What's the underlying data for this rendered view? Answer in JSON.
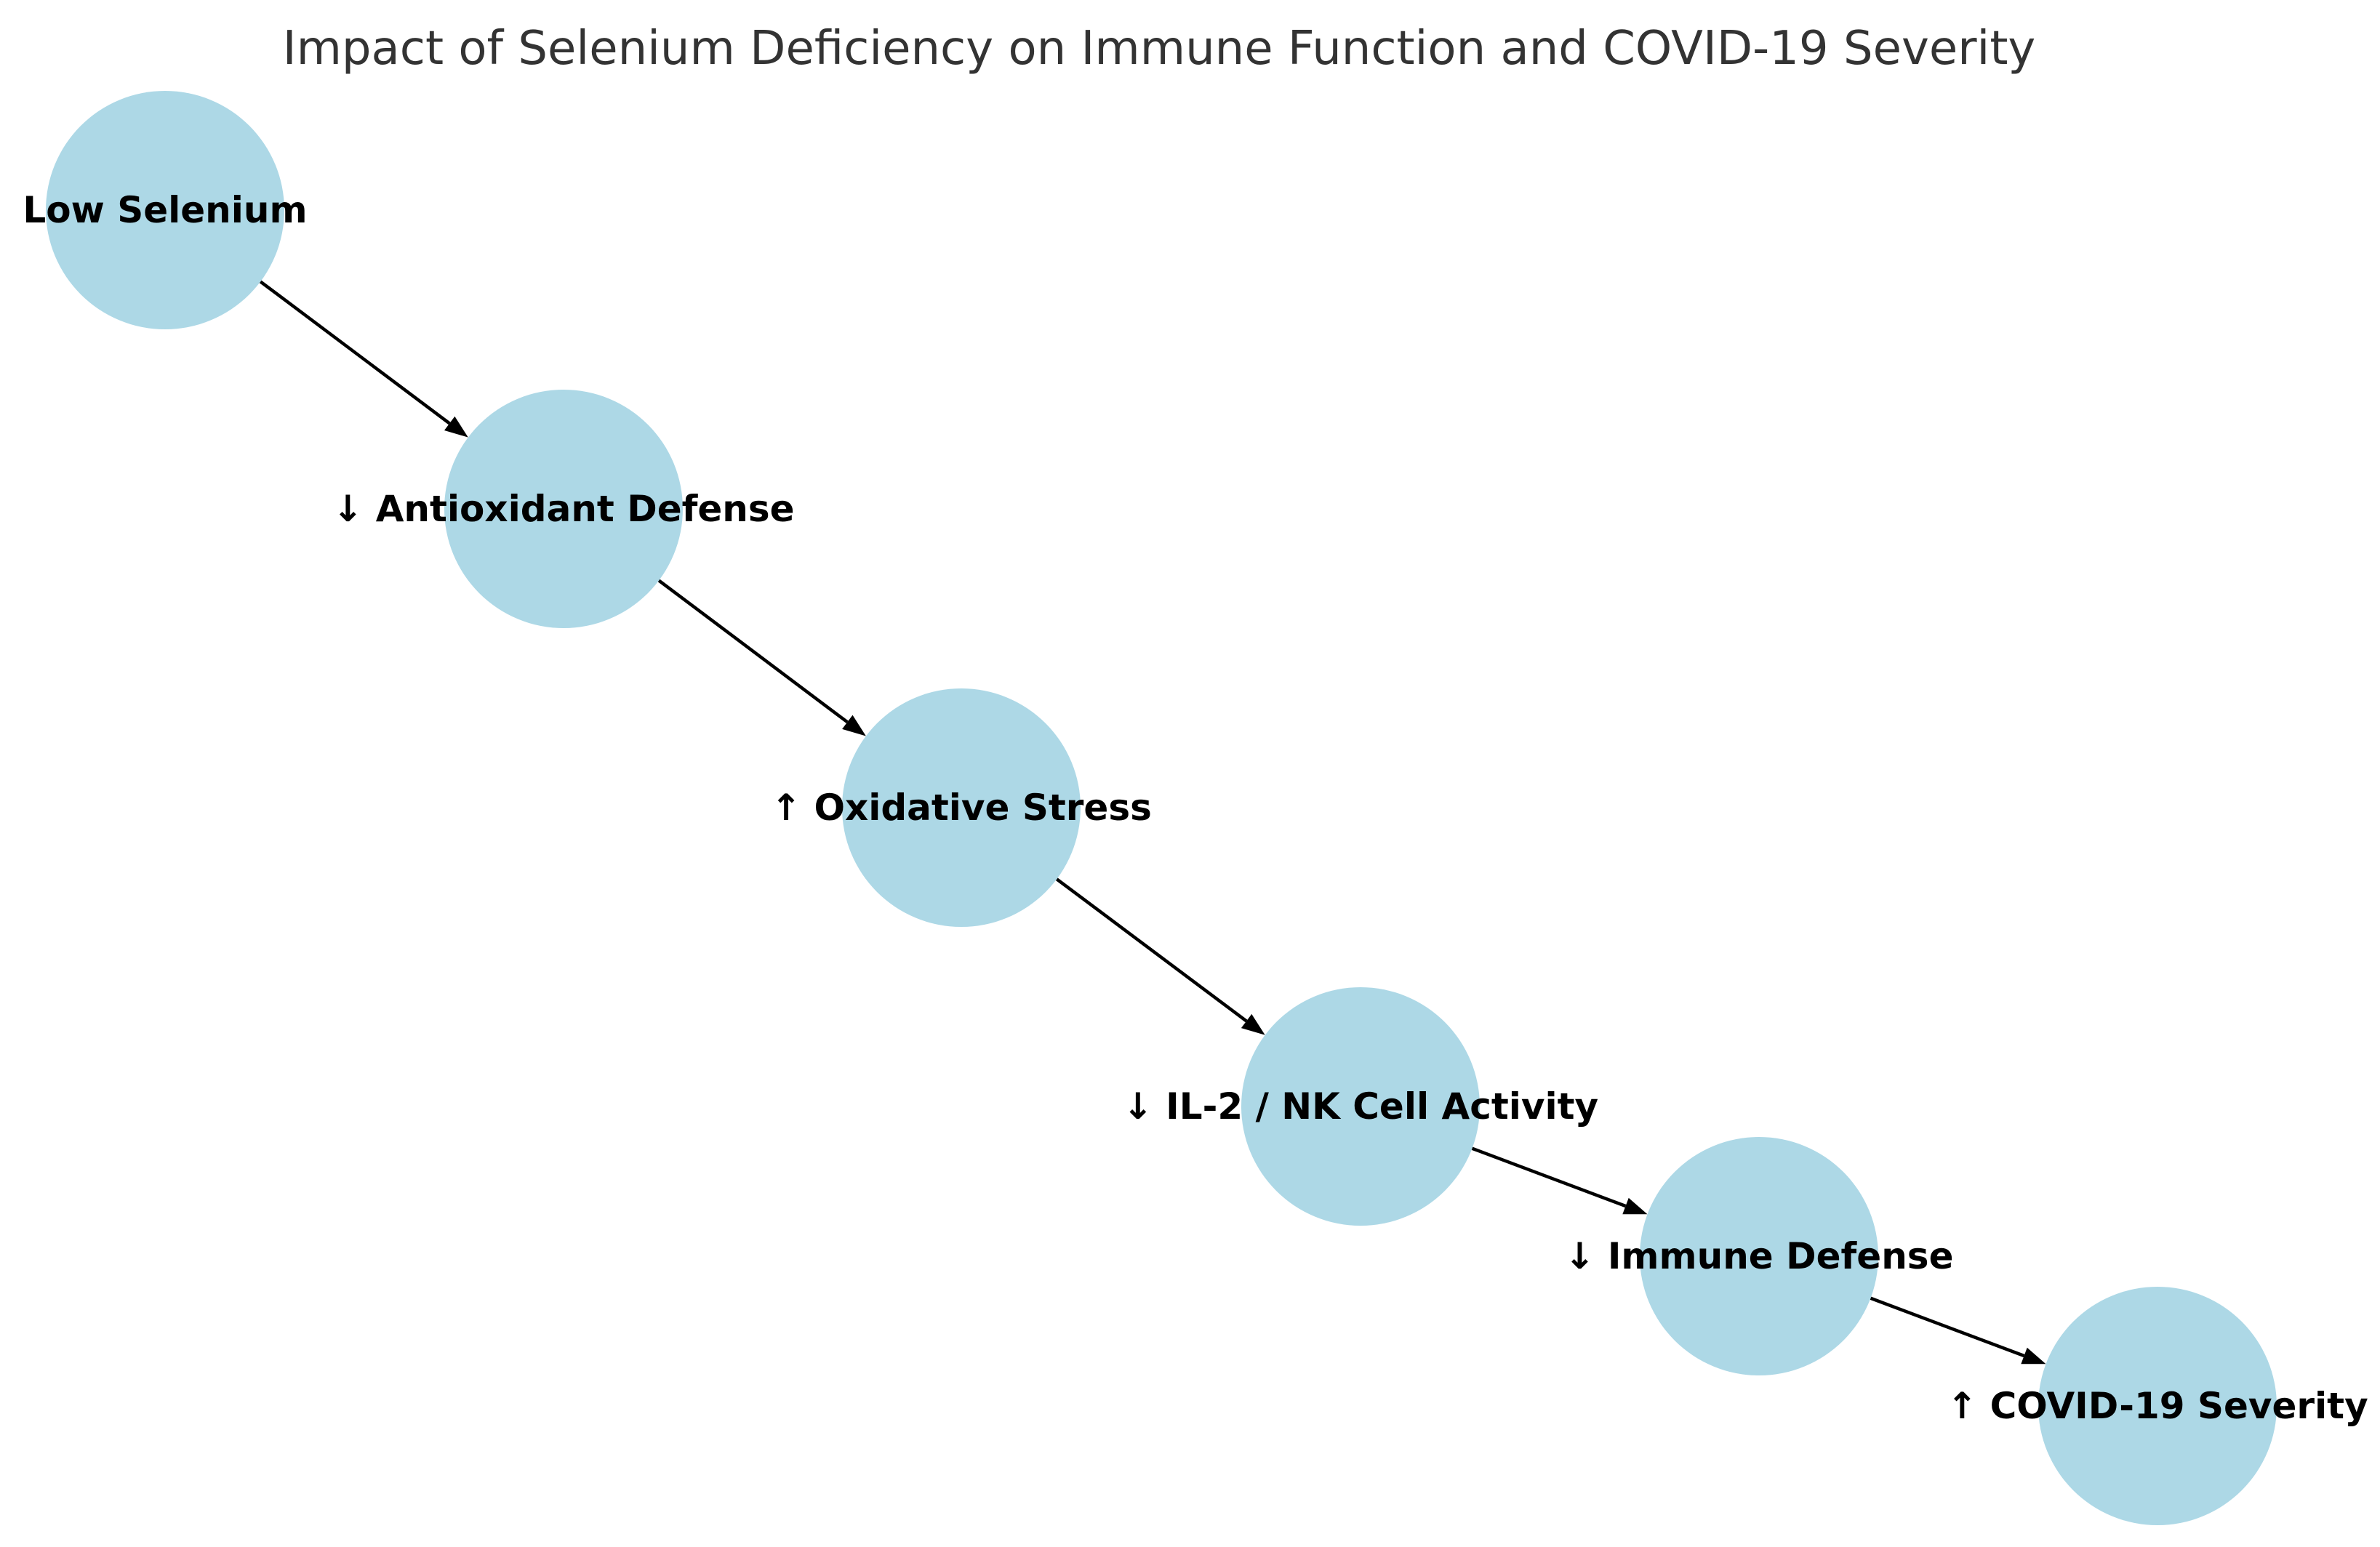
{
  "diagram": {
    "title": "Impact of Selenium Deficiency on Immune Function and COVID-19 Severity",
    "nodes": [
      {
        "id": "low-selenium",
        "label": "Low Selenium"
      },
      {
        "id": "antioxidant-defense",
        "label": "↓ Antioxidant Defense"
      },
      {
        "id": "oxidative-stress",
        "label": "↑ Oxidative Stress"
      },
      {
        "id": "il2-nk-activity",
        "label": "↓ IL-2 / NK Cell Activity"
      },
      {
        "id": "immune-defense",
        "label": "↓ Immune Defense"
      },
      {
        "id": "covid-severity",
        "label": "↑ COVID-19 Severity"
      }
    ],
    "edges": [
      {
        "from": "low-selenium",
        "to": "antioxidant-defense"
      },
      {
        "from": "antioxidant-defense",
        "to": "oxidative-stress"
      },
      {
        "from": "oxidative-stress",
        "to": "il2-nk-activity"
      },
      {
        "from": "il2-nk-activity",
        "to": "immune-defense"
      },
      {
        "from": "immune-defense",
        "to": "covid-severity"
      }
    ],
    "colors": {
      "node_fill": "#add8e6",
      "edge": "#000000",
      "title": "#333333",
      "label": "#000000"
    }
  }
}
